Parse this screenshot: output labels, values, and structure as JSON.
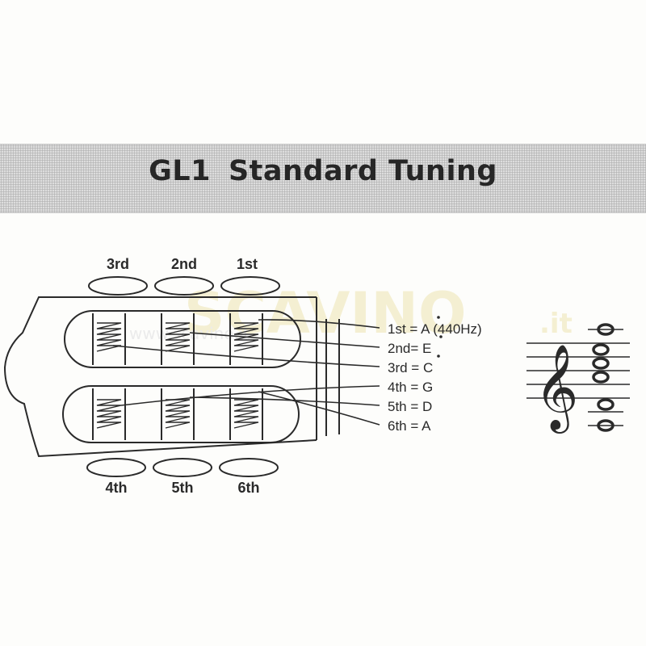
{
  "title": {
    "model": "GL1",
    "text": "Standard Tuning"
  },
  "watermark": {
    "brand": "SCAVINO",
    "domain": ".it",
    "url": "www.scavino.it"
  },
  "pegs": {
    "top": [
      "3rd",
      "2nd",
      "1st"
    ],
    "bottom": [
      "4th",
      "5th",
      "6th"
    ]
  },
  "tuning": [
    {
      "string": "1st",
      "eq": " = ",
      "note": "A",
      "freq": " (440Hz)"
    },
    {
      "string": "2nd",
      "eq": "= ",
      "note": "E",
      "freq": ""
    },
    {
      "string": "3rd",
      "eq": " = ",
      "note": "C",
      "freq": ""
    },
    {
      "string": "4th",
      "eq": " = ",
      "note": "G",
      "freq": ""
    },
    {
      "string": "5th",
      "eq": " = ",
      "note": "D",
      "freq": ""
    },
    {
      "string": "6th",
      "eq": " = ",
      "note": "A",
      "freq": ""
    }
  ],
  "colors": {
    "ink": "#2a2a2a",
    "banner": "#cfcfcf",
    "watermark": "#f3ecc6"
  },
  "icons": [
    "treble-clef-icon",
    "whole-note-icon"
  ]
}
